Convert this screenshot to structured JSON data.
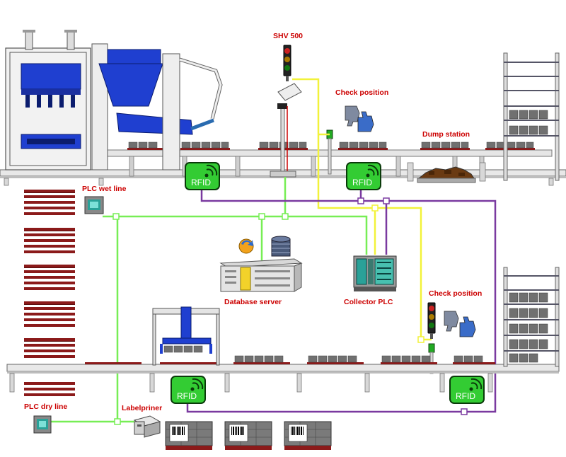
{
  "labels": {
    "shv": "SHV 500",
    "check_position_top": "Check position",
    "dump_station": "Dump station",
    "plc_wet_line": "PLC wet line",
    "database_server": "Database server",
    "collector_plc": "Collector PLC",
    "check_position_bottom": "Check position",
    "plc_dry_line": "PLC dry line",
    "labelprinter": "Labelpriner"
  },
  "rfid": {
    "tag": "RFID"
  },
  "colors": {
    "label_red": "#cc0000",
    "network_green": "#77ee55",
    "network_yellow": "#f2f23a",
    "network_purple": "#7a3aa0",
    "rfid_green": "#33cc33",
    "machine_blue": "#1f3fd0",
    "pallet_red": "#8b1a1a",
    "block_grey": "#777777"
  },
  "icons": [
    "traffic-light-icon",
    "thumbs-down-icon",
    "thumbs-up-icon",
    "rfid-icon",
    "plc-icon",
    "server-icon",
    "database-icon",
    "sync-icon",
    "printer-icon",
    "barcode-icon"
  ]
}
